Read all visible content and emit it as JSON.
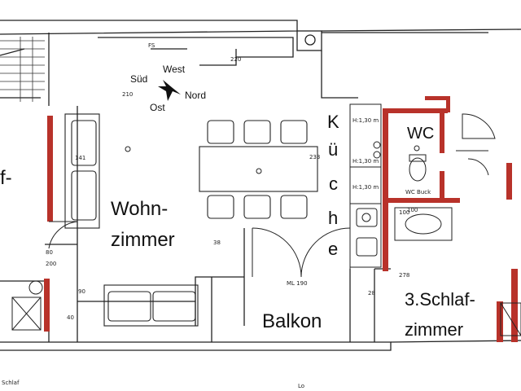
{
  "rooms": {
    "wohnzimmer_line1": "Wohn-",
    "wohnzimmer_line2": "zimmer",
    "kueche_letters": [
      "K",
      "ü",
      "c",
      "h",
      "e"
    ],
    "wc": "WC",
    "balkon": "Balkon",
    "schlafzimmer3_line1": "3.Schlaf-",
    "schlafzimmer3_line2": "zimmer",
    "left_partial": "f-"
  },
  "compass": {
    "west": "West",
    "sued": "Süd",
    "nord": "Nord",
    "ost": "Ost"
  },
  "annotations": {
    "fs": "FS",
    "m_220": "220",
    "m_210": "210",
    "m_233": "233",
    "m_141": "141",
    "m_80": "80",
    "m_200": "200",
    "m_38": "38",
    "m_28": "28",
    "m_100": "100",
    "m_278": "278",
    "m_90": "90",
    "m_40": "40",
    "h130_1": "H:1,30 m",
    "h130_2": "H:1,30 m",
    "h130_3": "H:1,30 m",
    "wc_buck": "WC Buck",
    "kitchen_100": "100",
    "balkon_dim": "ML 190",
    "schlaf_bottom": "Schlaf",
    "lo_bottom": "Lo"
  },
  "colors": {
    "wall_red": "#b8322a",
    "line": "#222222"
  }
}
